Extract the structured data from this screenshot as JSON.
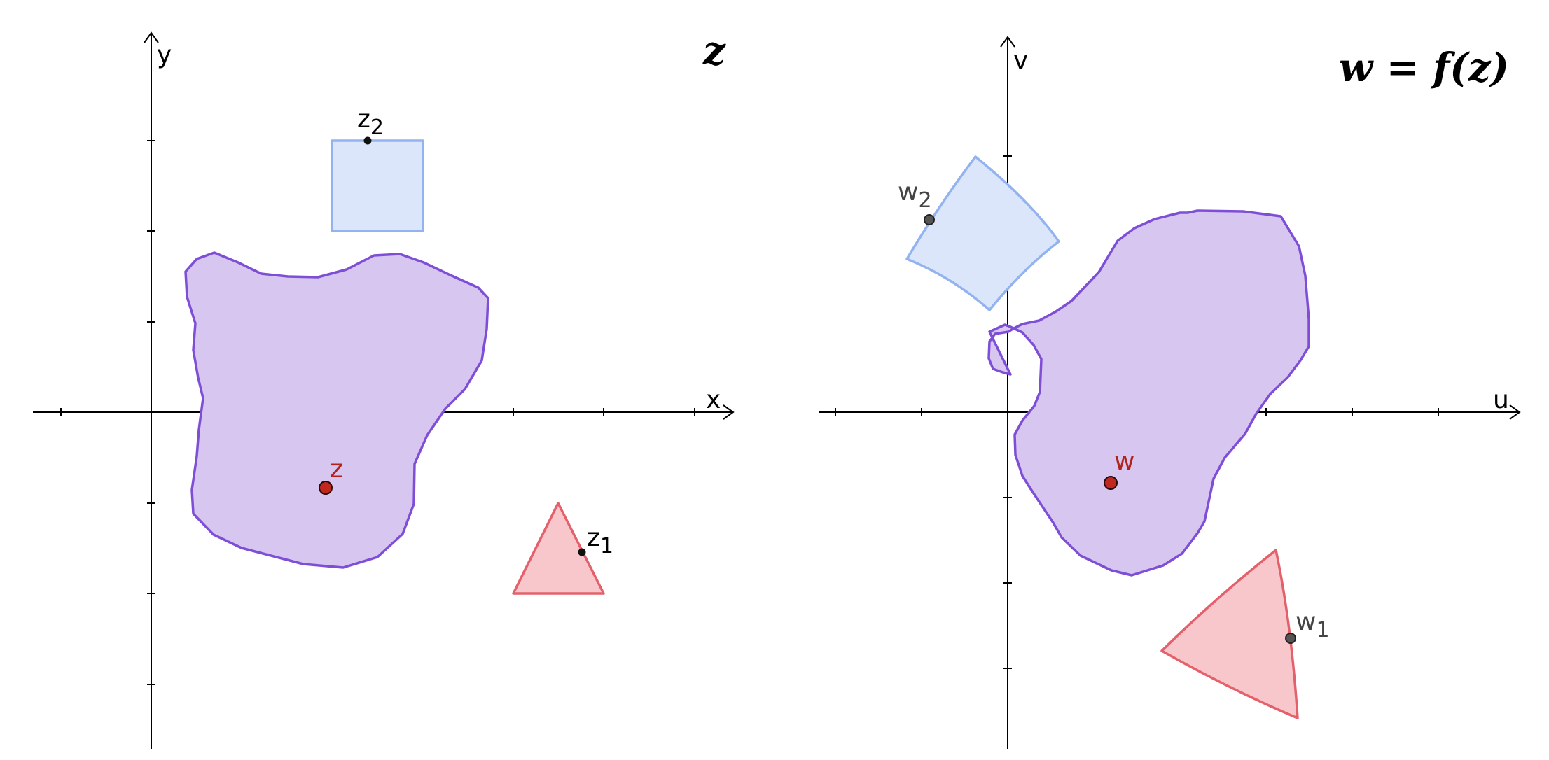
{
  "left_panel": {
    "title": "z",
    "x_axis_label": "x",
    "y_axis_label": "y",
    "points": {
      "z": {
        "label": "z"
      },
      "z1": {
        "base": "z",
        "sub": "1"
      },
      "z2": {
        "base": "z",
        "sub": "2"
      }
    }
  },
  "right_panel": {
    "title": "w = f(z)",
    "x_axis_label": "u",
    "y_axis_label": "v",
    "points": {
      "w": {
        "label": "w"
      },
      "w1": {
        "base": "w",
        "sub": "1"
      },
      "w2": {
        "base": "w",
        "sub": "2"
      }
    }
  },
  "colors": {
    "purple_fill": "#d7c6f0",
    "purple_stroke": "#7e4fd6",
    "blue_fill": "#dce6fb",
    "blue_stroke": "#93b3f0",
    "red_fill": "#f8c7cc",
    "red_stroke": "#e4606a",
    "point_red": "#c0271f"
  }
}
